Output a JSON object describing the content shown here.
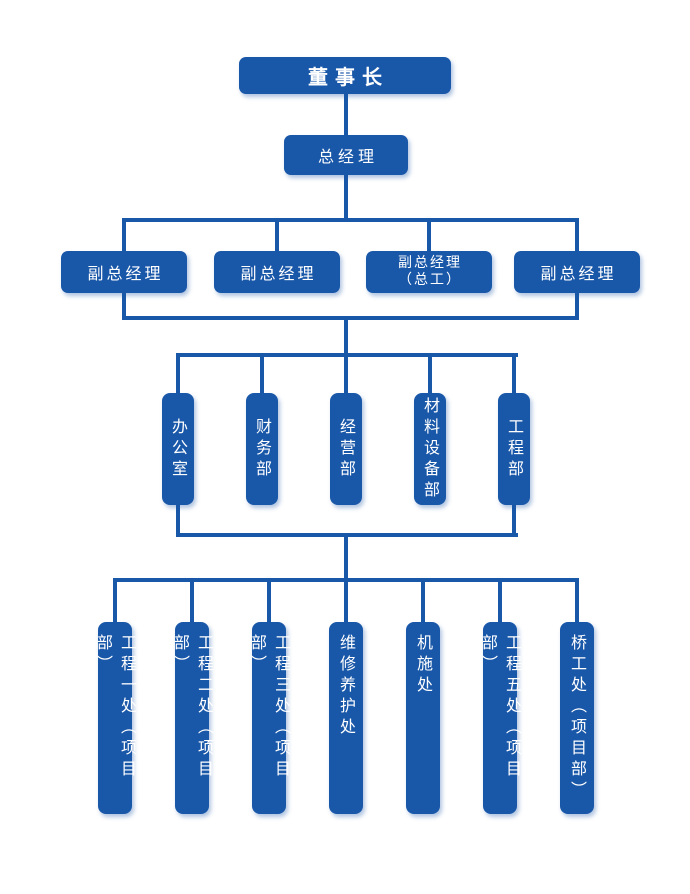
{
  "colors": {
    "node_blue": "#1957a8",
    "connector_blue": "#1957a8",
    "text_white": "#ffffff",
    "page_bg": "#ffffff"
  },
  "org_chart": {
    "chairman": {
      "label": "董事长"
    },
    "general_manager": {
      "label": "总经理"
    },
    "deputy_general_managers": [
      {
        "label": "副总经理"
      },
      {
        "label": "副总经理"
      },
      {
        "label": "副总经理",
        "sub_label": "（总工）"
      },
      {
        "label": "副总经理"
      }
    ],
    "departments": [
      {
        "label": "办公室"
      },
      {
        "label": "财务部"
      },
      {
        "label": "经营部"
      },
      {
        "label": "材料设备部"
      },
      {
        "label": "工程部"
      }
    ],
    "divisions": [
      {
        "label": "工程一处（项目部）"
      },
      {
        "label": "工程二处（项目部）"
      },
      {
        "label": "工程三处（项目部）"
      },
      {
        "label": "维修养护处"
      },
      {
        "label": "机施处"
      },
      {
        "label": "工程五处（项目部）"
      },
      {
        "label": "桥工处（项目部）"
      }
    ]
  }
}
